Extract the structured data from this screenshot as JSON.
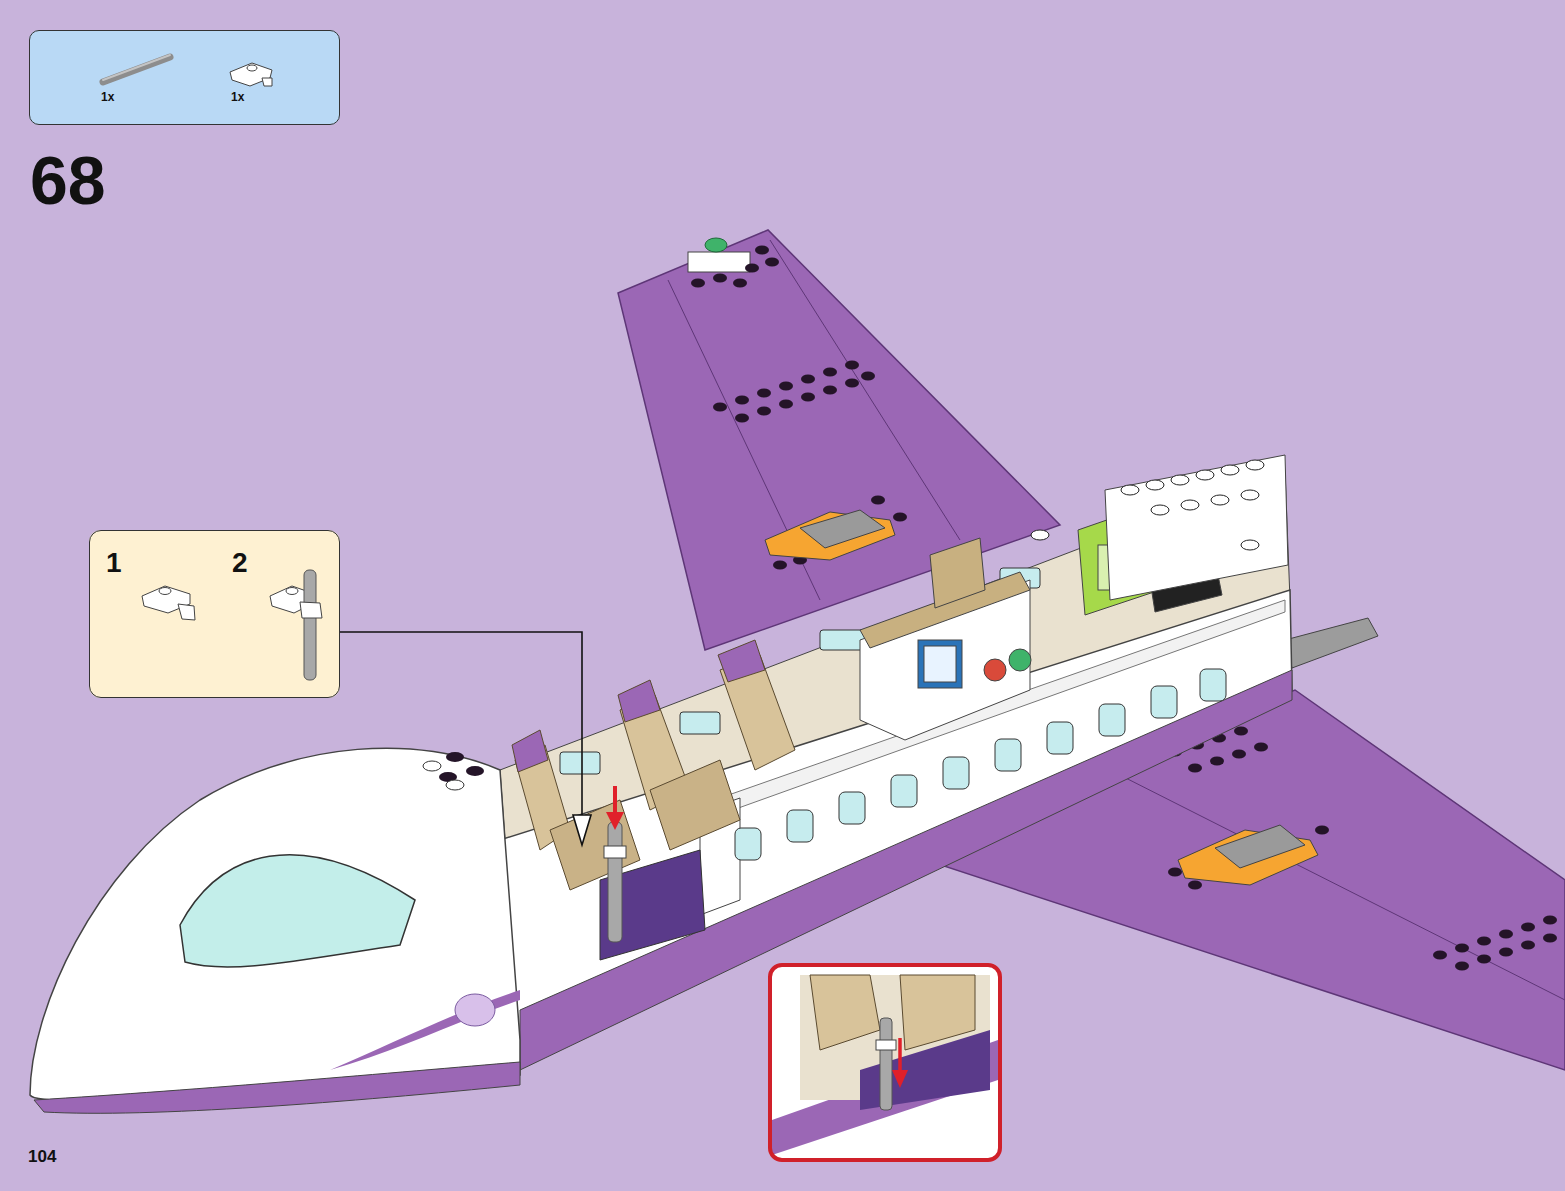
{
  "diagram": {
    "nodes": [
      {
        "text": [
          "1x",
          "1x"
        ]
      },
      {
        "text": [
          "1",
          "2"
        ]
      }
    ],
    "labels": [
      "68",
      "104"
    ]
  }
}
